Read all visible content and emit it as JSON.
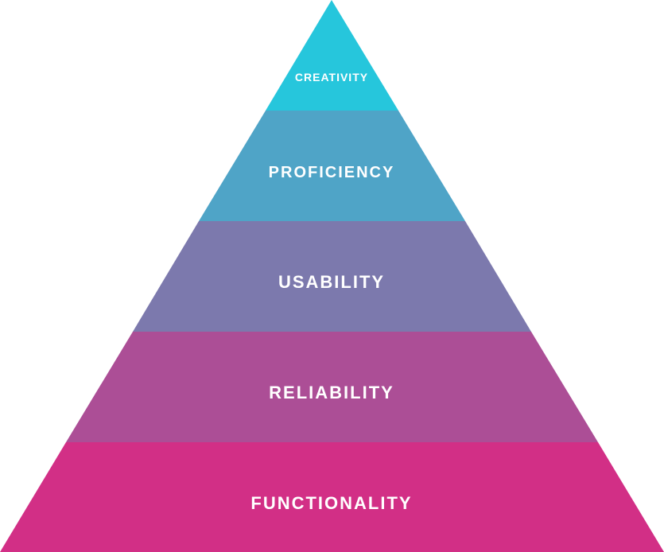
{
  "pyramid": {
    "tiers": [
      {
        "label": "CREATIVITY",
        "color": "#26c6dc"
      },
      {
        "label": "PROFICIENCY",
        "color": "#4fa4c7"
      },
      {
        "label": "USABILITY",
        "color": "#7c79ad"
      },
      {
        "label": "RELIABILITY",
        "color": "#ac4e96"
      },
      {
        "label": "FUNCTIONALITY",
        "color": "#d22f86"
      }
    ]
  }
}
